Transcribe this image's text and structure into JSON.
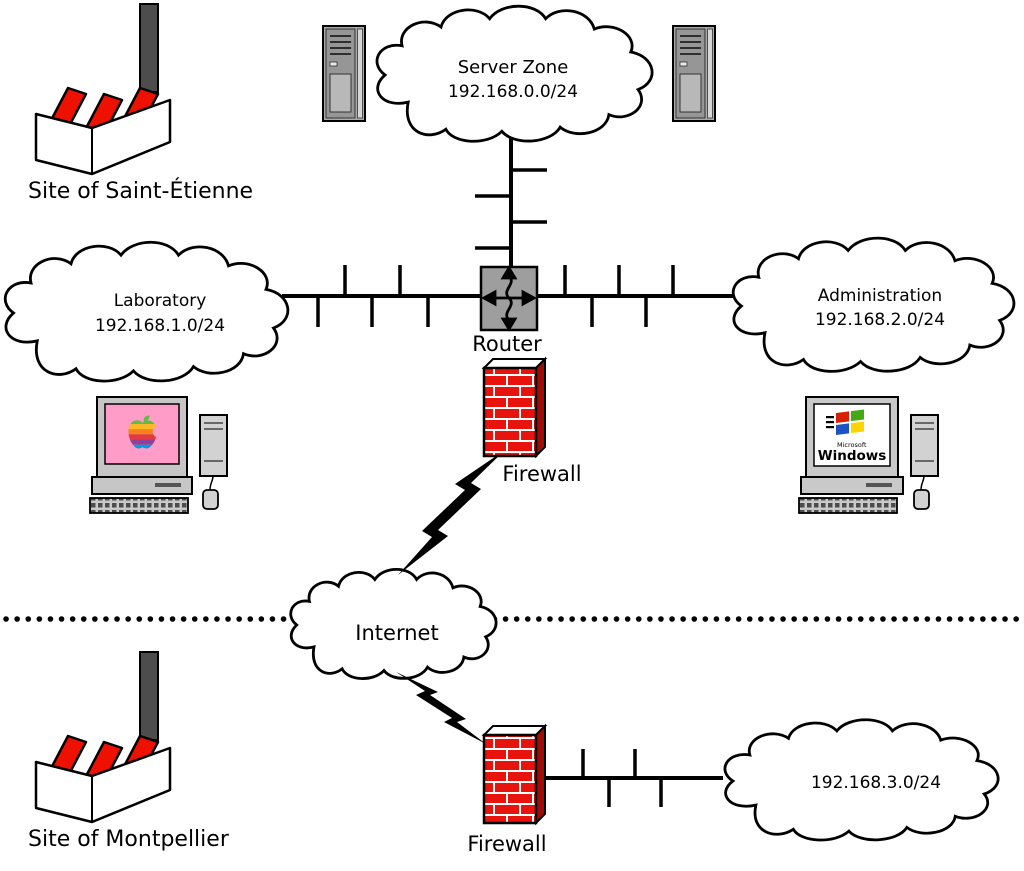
{
  "diagram": {
    "sites": {
      "saint_etienne": {
        "label": "Site of Saint-Étienne"
      },
      "montpellier": {
        "label": "Site of Montpellier"
      }
    },
    "clouds": {
      "server_zone": {
        "name": "Server Zone",
        "subnet": "192.168.0.0/24"
      },
      "laboratory": {
        "name": "Laboratory",
        "subnet": "192.168.1.0/24"
      },
      "administration": {
        "name": "Administration",
        "subnet": "192.168.2.0/24"
      },
      "internet": {
        "name": "Internet"
      },
      "montpellier_lan": {
        "subnet": "192.168.3.0/24"
      }
    },
    "devices": {
      "router": {
        "label": "Router"
      },
      "firewall_main": {
        "label": "Firewall"
      },
      "firewall_montpellier": {
        "label": "Firewall"
      }
    },
    "workstations": {
      "windows": {
        "brand": "Microsoft",
        "product": "Windows"
      }
    }
  },
  "colors": {
    "factory_red": "#ee1100",
    "firewall_brick_red": "#e8130c",
    "firewall_side_red": "#9f0c05",
    "router_gray": "#9e9e9e",
    "mac_screen_pink": "#ff9cc8",
    "apple_stripes": [
      "#61bb46",
      "#fdb827",
      "#f5821f",
      "#e03a3e",
      "#963d97",
      "#009ddc"
    ],
    "windows_panes": [
      "#d81e05",
      "#46a816",
      "#1d52c4",
      "#ffd300"
    ]
  }
}
